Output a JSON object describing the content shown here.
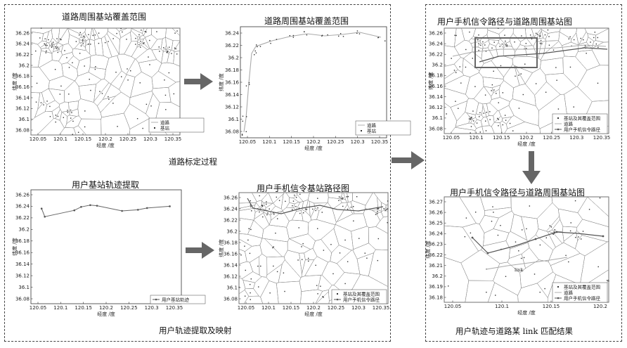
{
  "titles": {
    "p1": "道路周围基站覆盖范围",
    "p2": "道路周围基站覆盖范围",
    "p3": "用户基站轨迹提取",
    "p4": "用户手机信令基站路径图",
    "p5": "用户手机信令路径与道路周围基站图",
    "p6": "用户手机信令路径与道路周围基站图"
  },
  "captions": {
    "left_top": "道路标定过程",
    "left_bottom": "用户轨迹提取及映射",
    "right": "用户轨迹与道路某 link 匹配结果"
  },
  "axis": {
    "x_label": "经度 /度",
    "y_label": "纬度 /度"
  },
  "ticks": {
    "x_main": [
      "120.05",
      "120.1",
      "120.15",
      "120.2",
      "120.25",
      "120.3",
      "120.35"
    ],
    "y_main": [
      "36.26",
      "36.24",
      "36.22",
      "36.2",
      "36.18",
      "36.16",
      "36.14",
      "36.12",
      "36.1",
      "36.08"
    ],
    "x_p6": [
      "120.05",
      "120.1",
      "120.15",
      "120.2"
    ],
    "y_p6": [
      "36.27",
      "36.26",
      "36.25",
      "36.24",
      "36.23",
      "36.22",
      "36.21",
      "36.2",
      "36.19",
      "36.18"
    ]
  },
  "legends": {
    "p1": [
      "道路",
      "基站"
    ],
    "p2": [
      "道路",
      "基站"
    ],
    "p3": [
      "用户基站轨迹"
    ],
    "p4": [
      "基站及其覆盖范围",
      "用户手机信令路径"
    ],
    "p5": [
      "基站及其覆盖范围",
      "道路",
      "用户手机信令路径"
    ],
    "p6": [
      "基站及其覆盖范围",
      "道路",
      "用户手机信令路径"
    ]
  },
  "annotation": "link",
  "chart_data": [
    {
      "type": "line",
      "title": "用户基站轨迹提取",
      "xlabel": "经度 /度",
      "ylabel": "纬度 /度",
      "xlim": [
        120.05,
        120.35
      ],
      "ylim": [
        36.08,
        36.26
      ],
      "series": [
        {
          "name": "用户基站轨迹",
          "x": [
            120.058,
            120.065,
            120.13,
            120.145,
            120.165,
            120.18,
            120.235,
            120.27,
            120.29,
            120.34
          ],
          "y": [
            36.236,
            36.222,
            36.233,
            36.239,
            36.242,
            36.241,
            36.232,
            36.234,
            36.237,
            36.24
          ]
        }
      ]
    }
  ],
  "colors": {
    "line": "#666666",
    "road": "#aaaaaa",
    "arrow": "#666666",
    "frame": "#444444"
  }
}
